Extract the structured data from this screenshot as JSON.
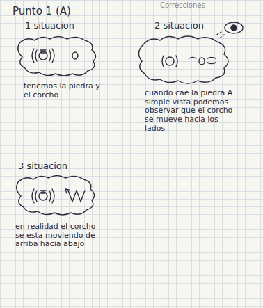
{
  "diagram": {
    "title": "Punto 1 (A)",
    "labels": [
      "Correcciones",
      "1 situacion",
      "2 situacion",
      "tenemos la piedra y el corcho",
      "cuando cae la piedra A simple vista podemos observar que el corcho se mueve hacia los lados",
      "3 situacion",
      "en realidad el corcho se esta moviendo de arriba hacia abajo"
    ]
  }
}
